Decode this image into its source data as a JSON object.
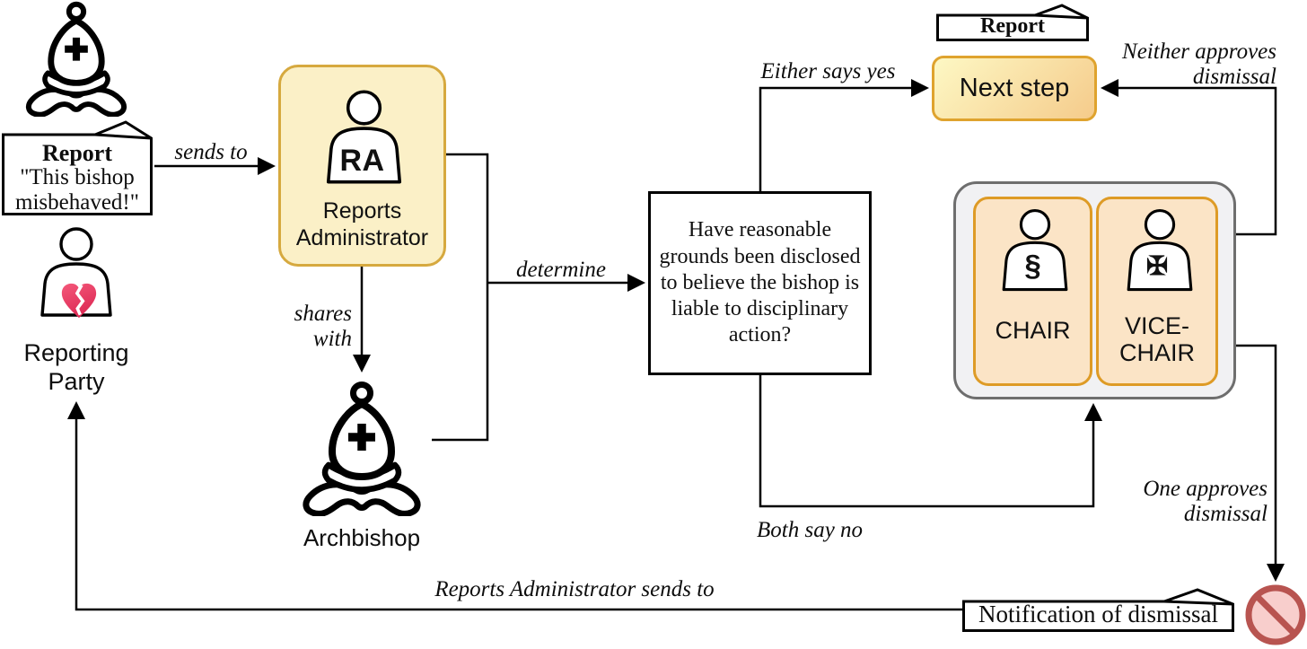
{
  "colors": {
    "ra_fill": "#FBF0C7",
    "ra_border": "#D6A93F",
    "next_border": "#DFA32E",
    "next_fill_from": "#FDF8C4",
    "next_fill_to": "#F5CB8B",
    "card_fill": "#FBE4C6",
    "card_border": "#DE9B26",
    "container_fill": "#F1F1F3",
    "container_border": "#6E6E6E",
    "no_ring": "#B85450",
    "no_fill": "#F8CECC",
    "heart_from": "#F4587A",
    "heart_to": "#DD2A55"
  },
  "nodes": {
    "report_note": {
      "title": "Report",
      "body": "\"This bishop misbehaved!\""
    },
    "reporting_party": {
      "label": "Reporting Party"
    },
    "reports_admin": {
      "initials": "RA",
      "label": "Reports Administrator"
    },
    "archbishop": {
      "label": "Archbishop"
    },
    "decision": {
      "question": "Have reasonable grounds been disclosed to believe the bishop is liable to disciplinary action?"
    },
    "next_step": {
      "label": "Next step"
    },
    "report_forwarded": {
      "title": "Report"
    },
    "chair": {
      "symbol": "§",
      "label": "CHAIR"
    },
    "vice_chair": {
      "symbol": "✠",
      "label": "VICE-CHAIR"
    },
    "notification": {
      "label": "Notification of dismissal"
    }
  },
  "edges": {
    "sends_to": {
      "label": "sends to"
    },
    "shares_with": {
      "label": "shares with"
    },
    "determine": {
      "label": "determine"
    },
    "either_says_yes": {
      "label": "Either says yes"
    },
    "neither_approves": {
      "label": "Neither approves dismissal"
    },
    "both_say_no": {
      "label": "Both say no"
    },
    "one_approves": {
      "label": "One approves dismissal"
    },
    "ra_sends_to": {
      "label": "Reports Administrator sends to"
    }
  }
}
